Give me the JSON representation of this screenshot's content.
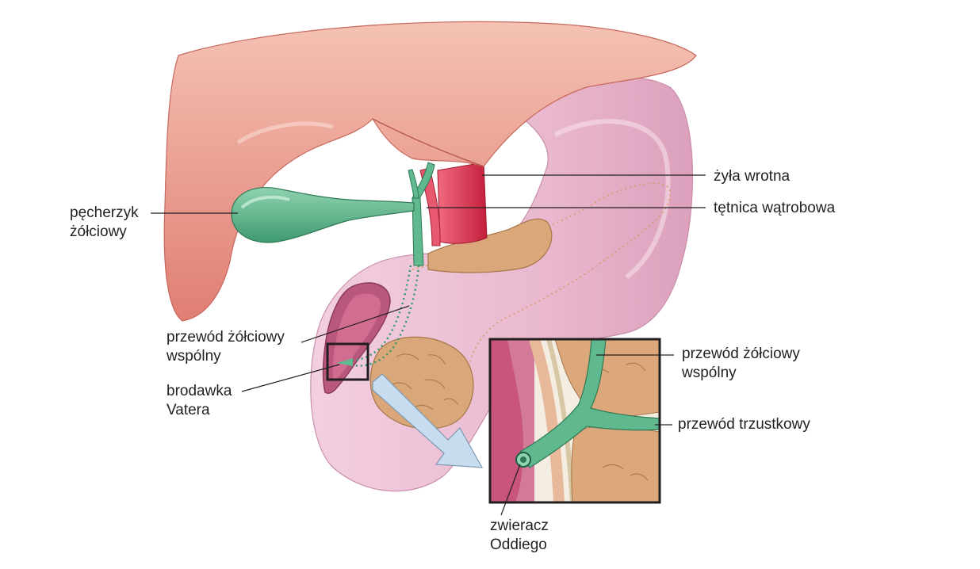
{
  "labels": {
    "gallbladder": {
      "line1": "pęcherzyk",
      "line2": "żółciowy"
    },
    "portal_vein": "żyła wrotna",
    "hepatic_artery": "tętnica wątrobowa",
    "common_bile_duct": {
      "line1": "przewód żółciowy",
      "line2": "wspólny"
    },
    "papilla_vater": {
      "line1": "brodawka",
      "line2": "Vatera"
    },
    "inset_common_bile_duct": {
      "line1": "przewód żółciowy",
      "line2": "wspólny"
    },
    "pancreatic_duct": "przewód trzustkowy",
    "sphincter_oddi": {
      "line1": "zwieracz",
      "line2": "Oddiego"
    }
  },
  "colors": {
    "liver": "#e8968a",
    "liver_light": "#f2b8ab",
    "duodenum": "#e9b6cc",
    "duodenum_light": "#f3d2e0",
    "gallbladder": "#5fb88e",
    "pancreas": "#d9a77a",
    "vein": "#d8324f",
    "inset_border": "#231f20",
    "arrow": "#c7dcef"
  }
}
